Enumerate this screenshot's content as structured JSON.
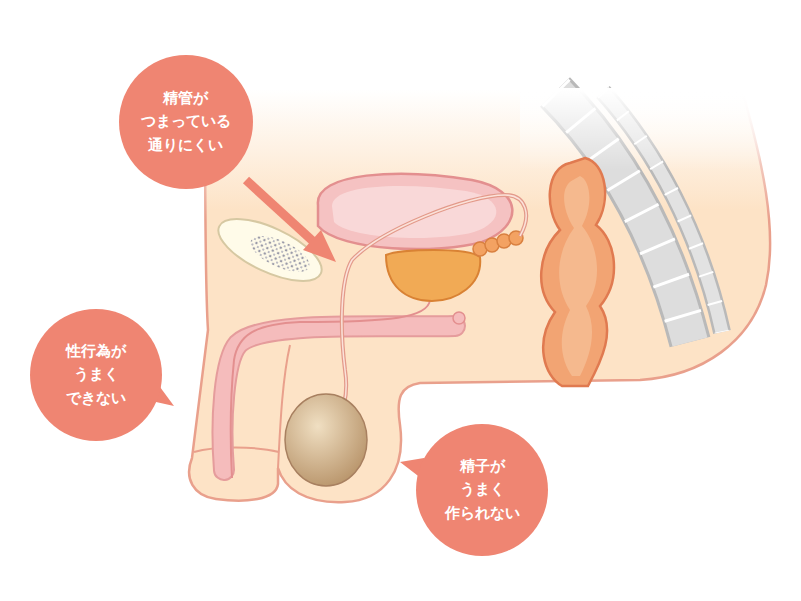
{
  "diagram": {
    "nodes": [
      {
        "text": [
          "精管が つまっている 通りにくい"
        ]
      },
      {
        "text": [
          "性行為が うまく できない"
        ]
      },
      {
        "text": [
          "精子が うまく 作られない"
        ]
      }
    ]
  }
}
